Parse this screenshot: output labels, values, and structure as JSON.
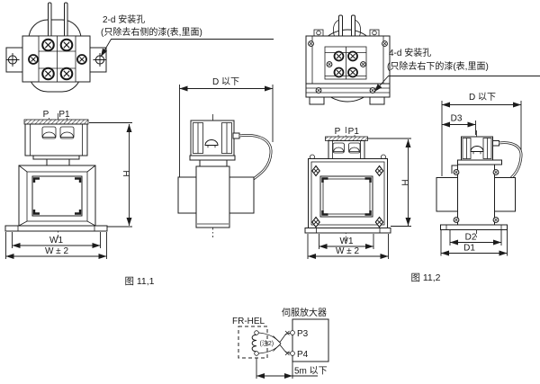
{
  "colors": {
    "line": "#1c1c1c",
    "background": "#ffffff"
  },
  "fig1": {
    "caption": "图 11,1",
    "mounting_note_line1": "2-d 安装孔",
    "mounting_note_line2": "(只除去右侧的漆(表,里面)",
    "dims": {
      "p": "P",
      "p1": "P1",
      "h": "H",
      "w1": "W1",
      "w_tol": "W ± 2",
      "d": "D 以下"
    }
  },
  "fig2": {
    "caption": "图 11,2",
    "mounting_note_line1": "4-d 安装孔",
    "mounting_note_line2": "(只除去右下的漆(表,里面)",
    "dims": {
      "p": "P",
      "p1": "P1",
      "h": "H",
      "w1": "W1",
      "w_tol": "W ± 2",
      "d": "D 以下",
      "d1": "D1",
      "d2": "D2",
      "d3": "D3"
    }
  },
  "wiring": {
    "reactor_label": "FR-HEL",
    "note_ref": "(注2)",
    "amplifier_label": "伺服放大器",
    "terminal_p3": "P3",
    "terminal_p4": "P4",
    "max_length": "5m 以下"
  }
}
